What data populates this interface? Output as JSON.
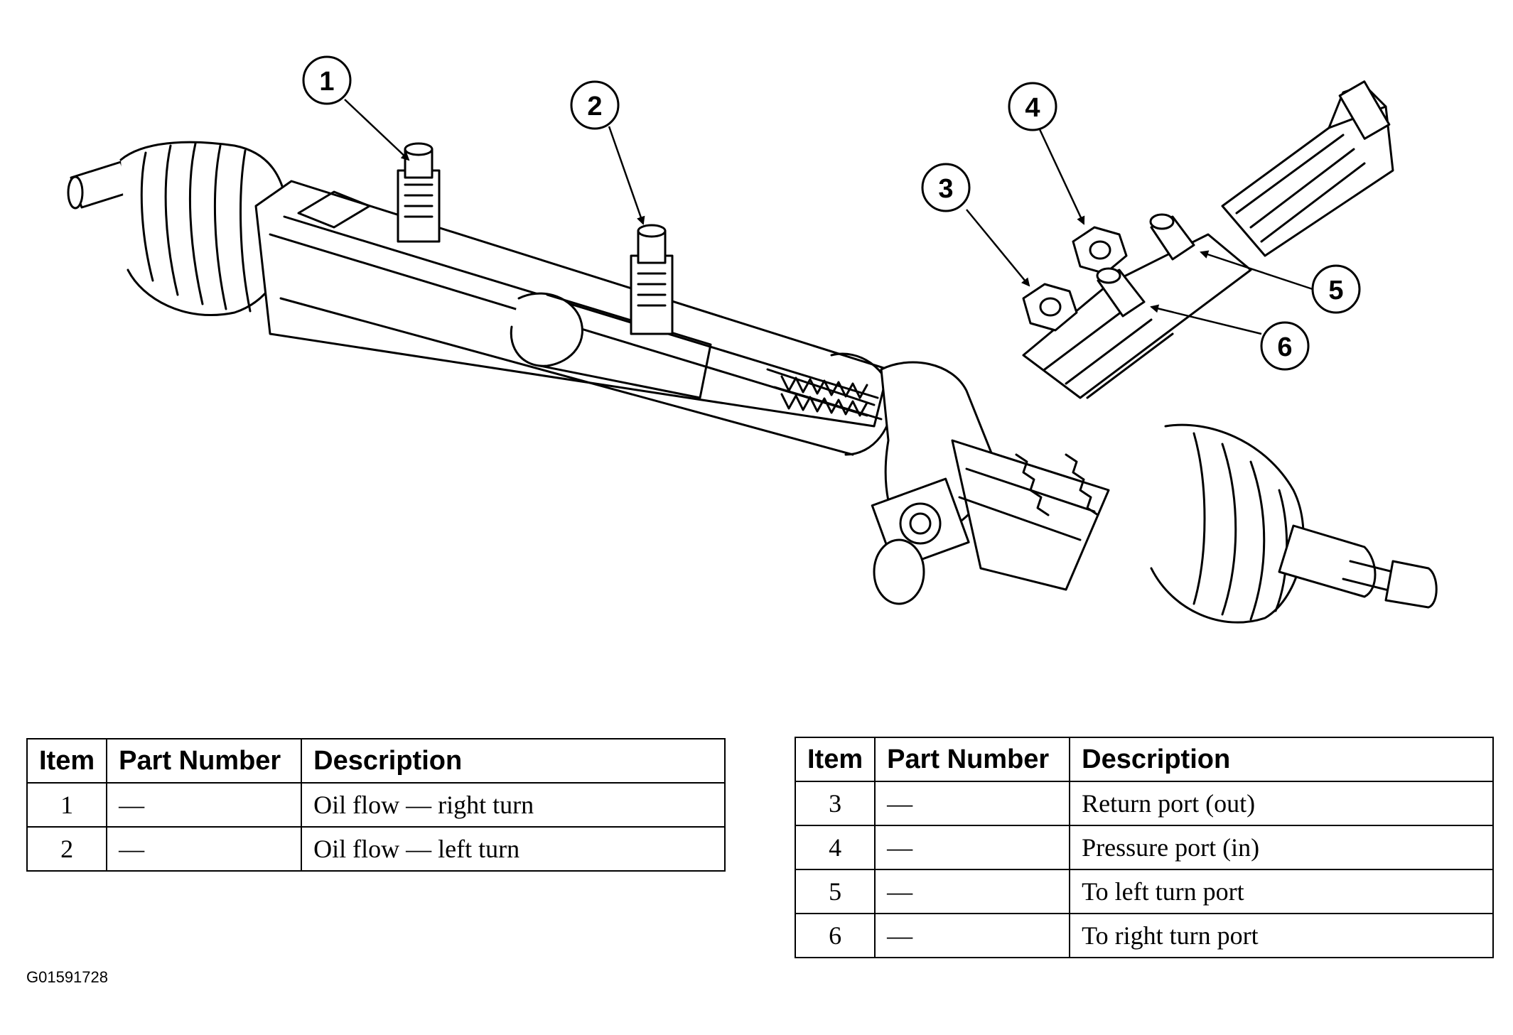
{
  "callouts": [
    "1",
    "2",
    "3",
    "4",
    "5",
    "6"
  ],
  "tables": {
    "headers": {
      "item": "Item",
      "part_number": "Part Number",
      "description": "Description"
    },
    "left": [
      {
        "item": "1",
        "part_number": "—",
        "description": "Oil flow — right turn"
      },
      {
        "item": "2",
        "part_number": "—",
        "description": "Oil flow — left turn"
      }
    ],
    "right": [
      {
        "item": "3",
        "part_number": "—",
        "description": "Return port (out)"
      },
      {
        "item": "4",
        "part_number": "—",
        "description": "Pressure port (in)"
      },
      {
        "item": "5",
        "part_number": "—",
        "description": "To left turn port"
      },
      {
        "item": "6",
        "part_number": "—",
        "description": "To right turn port"
      }
    ]
  },
  "figure_id": "G01591728"
}
